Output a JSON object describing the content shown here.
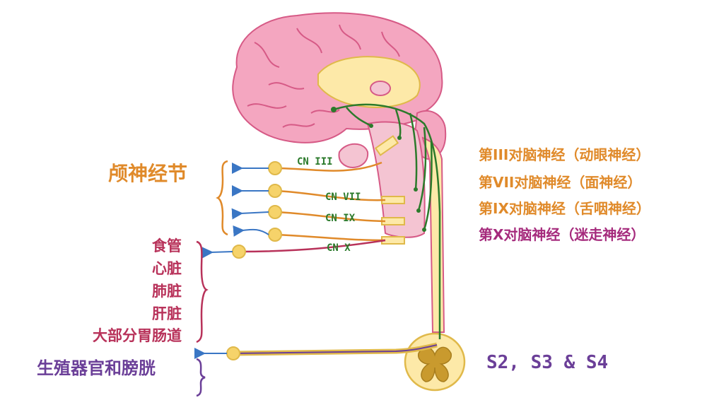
{
  "colors": {
    "cranial": "#e08a2a",
    "organ": "#b8325a",
    "genital": "#6b3f98",
    "vagus": "#a52a7c",
    "green": "#2b7a2b",
    "brain": "#f4a6c0",
    "brainstem": "#f4c4d2",
    "yellow": "#fde9a8",
    "ganglion": "#f6d36a",
    "arrow": "#3a76c4",
    "spinal_gray": "#c99a2e"
  },
  "labels": {
    "cranial_ganglia": "颅神经节",
    "organs": [
      "食管",
      "心脏",
      "肺脏",
      "肝脏",
      "大部分胃肠道"
    ],
    "genital": "生殖器官和膀胱",
    "sacral": "S2, S3 & S4"
  },
  "nerves": [
    {
      "name": "第III对脑神经（动眼神经）"
    },
    {
      "name": "第VII对脑神经（面神经）"
    },
    {
      "name": "第IX对脑神经（舌咽神经）"
    },
    {
      "name": "第X对脑神经（迷走神经）"
    }
  ],
  "cn_labels": [
    "CN III",
    "CN VII",
    "CN IX",
    "CN X"
  ],
  "icons": {
    "arrow": "arrow-left-icon",
    "ganglion": "ganglion-icon"
  }
}
